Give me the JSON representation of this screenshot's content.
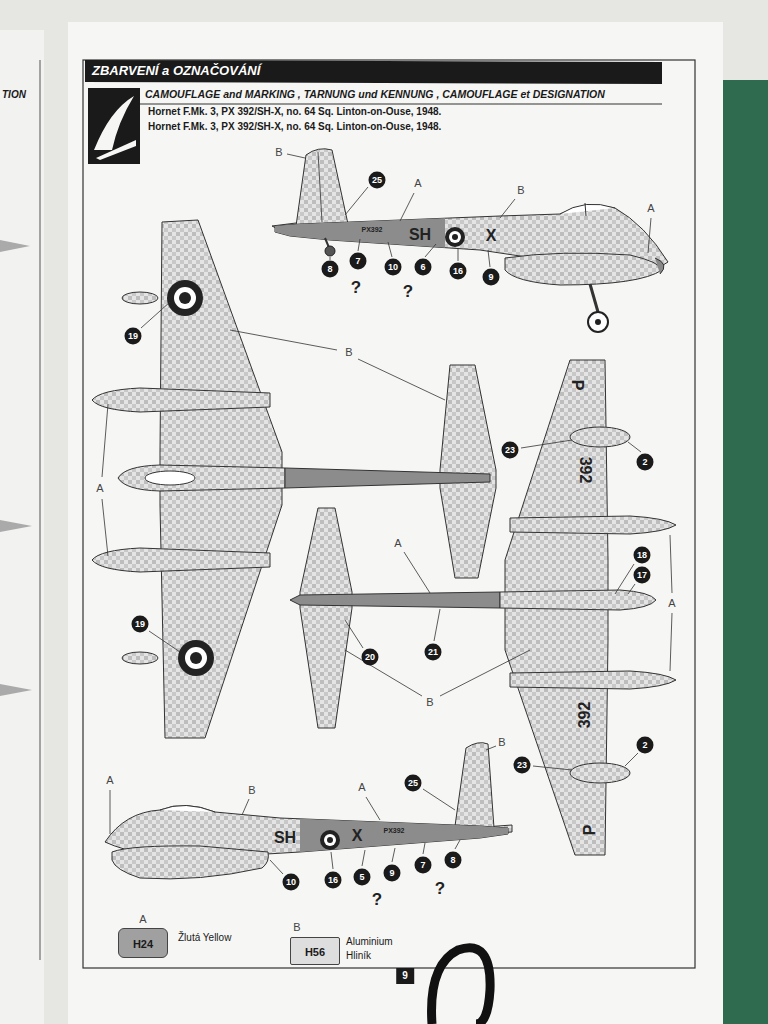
{
  "diagram": {
    "title": "ZBARVENÍ a OZNAČOVÁNÍ",
    "labels": [
      "CAMOUFLAGE and MARKING , TARNUNG und KENNUNG , CAMOUFLAGE et DESIGNATION",
      "Hornet F.Mk. 3, PX 392/SH-X, no. 64 Sq. Linton-on-Ouse, 1948.",
      "Hornet F.Mk. 3, PX 392/SH-X, no. 64 Sq. Linton-on-Ouse, 1948.",
      "TION",
      "PX392",
      "SH",
      "X",
      "B",
      "25",
      "A",
      "B",
      "A",
      "8",
      "7",
      "10",
      "6",
      "16",
      "9",
      "?",
      "?",
      "19",
      "B",
      "A",
      "19",
      "P",
      "392",
      "392",
      "P",
      "23",
      "2",
      "18",
      "17",
      "A",
      "23",
      "2",
      "A",
      "B",
      "20",
      "21",
      "SH",
      "X",
      "PX392",
      "A",
      "B",
      "A",
      "25",
      "B",
      "10",
      "16",
      "5",
      "9",
      "7",
      "8",
      "?",
      "?",
      "A",
      "H24",
      "B",
      "H56",
      "9"
    ],
    "legend": [
      {
        "text": "Žlutá Yellow",
        "color": "#a0a0a0"
      },
      {
        "text": "Aluminium Hliník",
        "color": "#dedede"
      }
    ]
  }
}
